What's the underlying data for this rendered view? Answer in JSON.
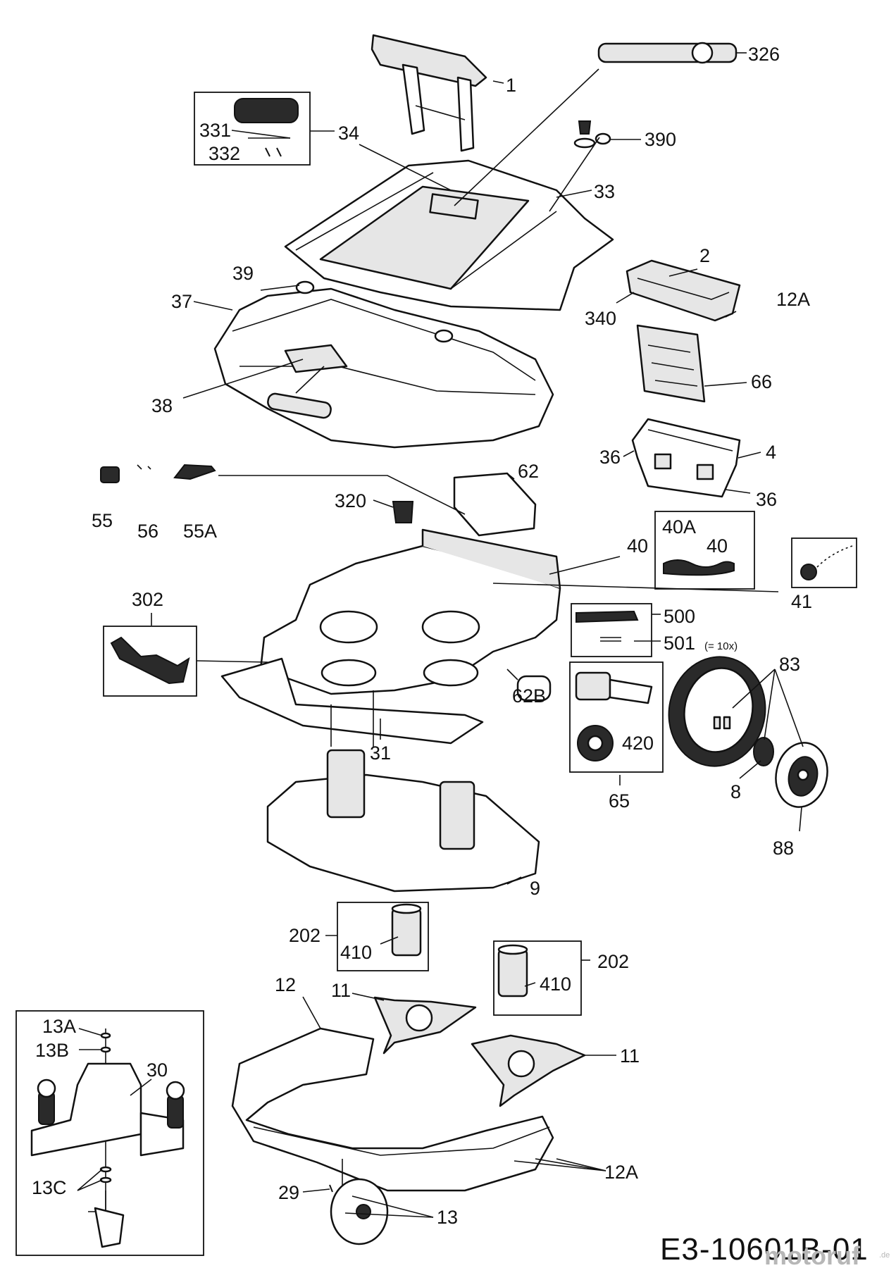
{
  "callouts": {
    "c1": "1",
    "c2": "2",
    "c4": "4",
    "c8": "8",
    "c9": "9",
    "c11a": "11",
    "c11b": "11",
    "c12": "12",
    "c12a_top": "12A",
    "c12a_bottom": "12A",
    "c13": "13",
    "c13a": "13A",
    "c13b": "13B",
    "c13c": "13C",
    "c29": "29",
    "c30": "30",
    "c31": "31",
    "c33": "33",
    "c34": "34",
    "c36a": "36",
    "c36b": "36",
    "c37": "37",
    "c38": "38",
    "c39": "39",
    "c40": "40",
    "c40_inset": "40",
    "c40a": "40A",
    "c41": "41",
    "c55": "55",
    "c55a": "55A",
    "c56": "56",
    "c62": "62",
    "c62b": "62B",
    "c65": "65",
    "c66": "66",
    "c83": "83",
    "c88": "88",
    "c202a": "202",
    "c202b": "202",
    "c302": "302",
    "c320": "320",
    "c326": "326",
    "c331": "331",
    "c332": "332",
    "c340": "340",
    "c390": "390",
    "c410a": "410",
    "c410b": "410",
    "c420": "420",
    "c500": "500",
    "c501": "501",
    "c501_note": "(= 10x)"
  },
  "drawing_code": "E3-10601B-01",
  "watermark": {
    "text": "motoruf",
    "suffix": ".de"
  }
}
